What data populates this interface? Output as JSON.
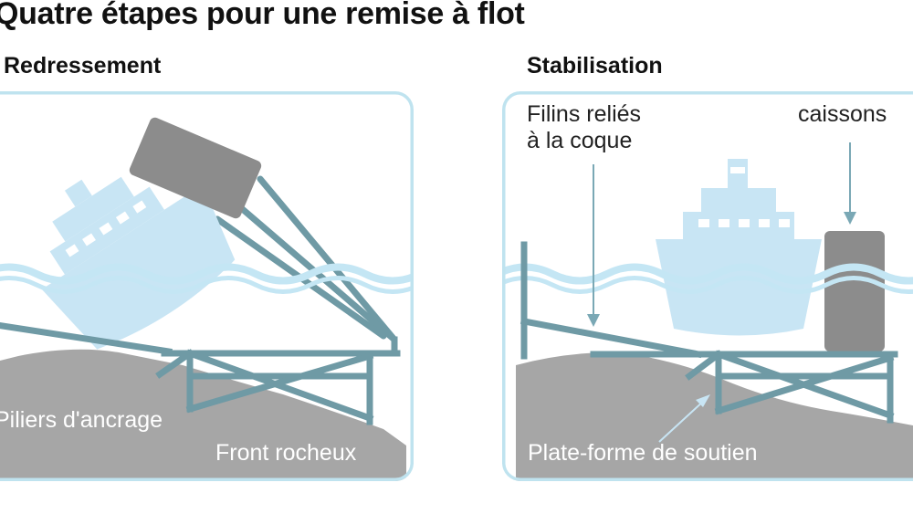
{
  "title": "Quatre étapes pour une remise à flot",
  "steps": [
    {
      "title": "Redressement",
      "labels": {
        "anchor_pillars": "Piliers d'ancrage",
        "rock_front": "Front rocheux"
      }
    },
    {
      "title": "Stabilisation",
      "labels": {
        "cables_line1": "Filins reliés",
        "cables_line2": "à la coque",
        "caissons": "caissons",
        "platform": "Plate-forme de soutien"
      }
    }
  ],
  "colors": {
    "panel_border": "#bfe3ef",
    "water": "#c4e6f4",
    "ship": "#c8e5f4",
    "steel": "#6f9aa5",
    "rock": "#a6a6a6",
    "caisson": "#8c8c8c",
    "arrow": "#7aa8b5"
  }
}
